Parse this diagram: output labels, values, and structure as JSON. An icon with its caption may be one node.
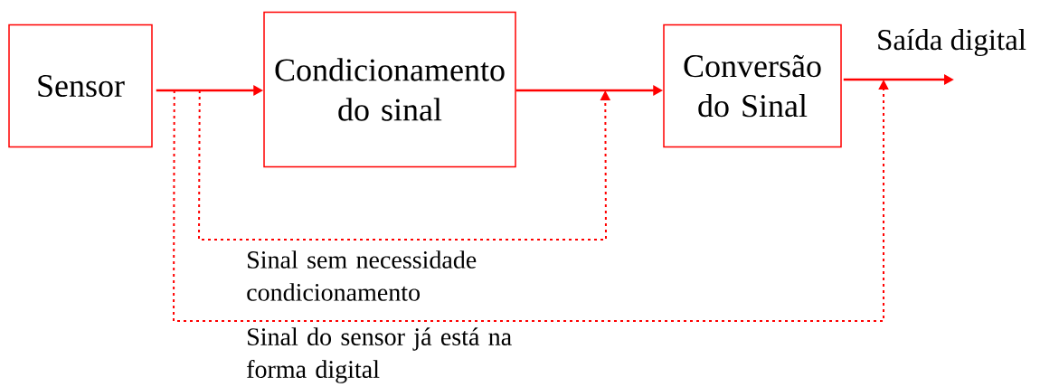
{
  "diagram": {
    "nodes": [
      {
        "text": [
          "Sensor"
        ]
      },
      {
        "text": [
          "Condicionamento do sinal"
        ]
      },
      {
        "text": [
          "Conversão do Sinal"
        ]
      },
      {
        "text": [
          "Saída digital"
        ]
      }
    ],
    "edges": [
      {
        "from": 0,
        "to": 1,
        "arrow": "to"
      },
      {
        "from": 1,
        "to": 2,
        "arrow": "to"
      },
      {
        "from": 2,
        "to": 3,
        "arrow": "to"
      },
      {
        "from": 0,
        "to": 2,
        "arrow": "to",
        "style": "dashed",
        "label": "Sinal sem necessidade condicionamento"
      },
      {
        "from": 0,
        "to": 3,
        "arrow": "to",
        "style": "dashed",
        "label": "Sinal do sensor já está na forma digital"
      }
    ]
  }
}
